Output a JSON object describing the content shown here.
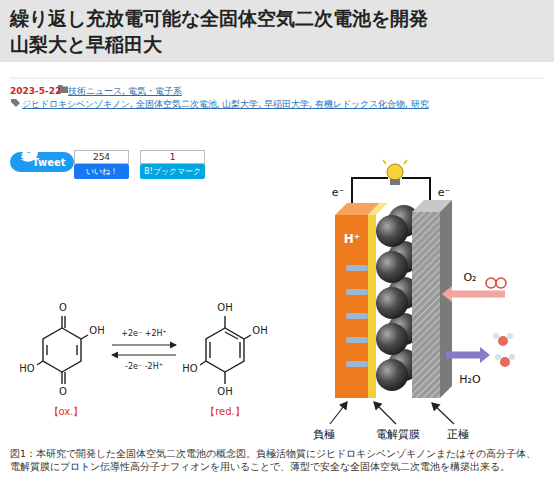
{
  "diagram": {
    "title": "繰り返し充放電可能な全固体空気二次電池を開発 山梨大と早稲田大",
    "caption": "図1：本研究で開発した全固体空気二次電池の概念図。負極活物質にジヒドロキシベンゾキノンまたはその高分子体、電解質膜にプロトン伝導性高分子ナフィオンを用いることで、薄型で安全な全固体空気二次電池を構築出来る。",
    "nodes": [
      {
        "text": [
          "Tweet"
        ]
      },
      {
        "text": [
          "254"
        ]
      },
      {
        "text": [
          "いいね！"
        ]
      },
      {
        "text": [
          "1"
        ]
      },
      {
        "text": [
          "B!ブックマーク"
        ]
      }
    ],
    "labels": [
      "2023-5-22",
      "技術ニュース, 電気・電子系",
      "ジヒドロキシベンゾキノン, 全固体空気二次電池, 山梨大学, 早稲田大学, 有機レドックス化合物, 研究",
      "O",
      "OH",
      "HO",
      "O",
      "+2e⁻ +2H⁺",
      "-2e⁻ -2H⁺",
      "OH",
      "OH",
      "HO",
      "OH",
      "【ox.】",
      "【red.】",
      "e⁻",
      "e⁻",
      "H⁺",
      "O₂",
      "H₂O",
      "負極",
      "電解質膜",
      "正極"
    ]
  }
}
